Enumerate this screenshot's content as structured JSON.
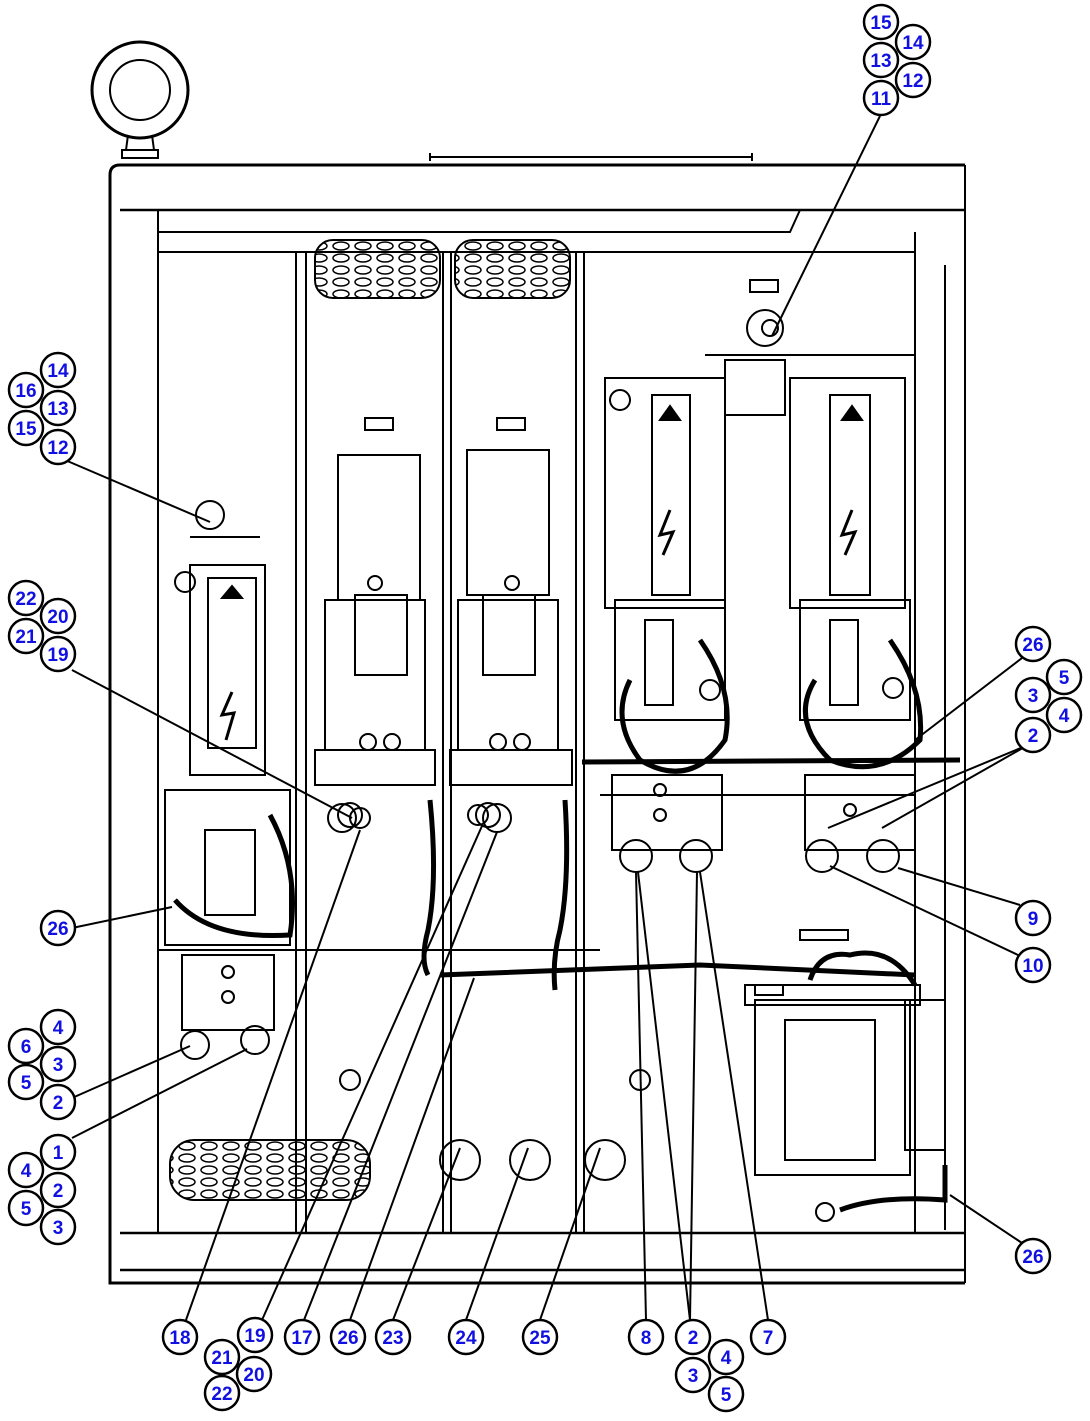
{
  "diagram": {
    "type": "parts-assembly-callout-drawing",
    "colors": {
      "line": "#000000",
      "callout_text": "#1010e0",
      "callout_fill": "#ffffff",
      "background": "#ffffff"
    },
    "components": [
      "lifting-eye",
      "cabinet-frame",
      "panel-mounting-channels",
      "ventilation-grilles",
      "contactor-left",
      "contactor-center-1",
      "contactor-center-2",
      "contactor-right-1",
      "contactor-right-2",
      "contactor-bottom-right",
      "danger-label-left",
      "danger-label-right-1",
      "danger-label-right-2",
      "cable-bundles",
      "terminal-studs"
    ],
    "callouts": [
      {
        "id": "c15a",
        "text": "15"
      },
      {
        "id": "c14a",
        "text": "14"
      },
      {
        "id": "c13a",
        "text": "13"
      },
      {
        "id": "c12a",
        "text": "12"
      },
      {
        "id": "c11",
        "text": "11"
      },
      {
        "id": "c14b",
        "text": "14"
      },
      {
        "id": "c16",
        "text": "16"
      },
      {
        "id": "c13b",
        "text": "13"
      },
      {
        "id": "c15b",
        "text": "15"
      },
      {
        "id": "c12b",
        "text": "12"
      },
      {
        "id": "c22a",
        "text": "22"
      },
      {
        "id": "c20a",
        "text": "20"
      },
      {
        "id": "c21a",
        "text": "21"
      },
      {
        "id": "c19a",
        "text": "19"
      },
      {
        "id": "c26a",
        "text": "26"
      },
      {
        "id": "c4a",
        "text": "4"
      },
      {
        "id": "c6",
        "text": "6"
      },
      {
        "id": "c3a",
        "text": "3"
      },
      {
        "id": "c5a",
        "text": "5"
      },
      {
        "id": "c2a",
        "text": "2"
      },
      {
        "id": "c1",
        "text": "1"
      },
      {
        "id": "c4b",
        "text": "4"
      },
      {
        "id": "c2b",
        "text": "2"
      },
      {
        "id": "c5b",
        "text": "5"
      },
      {
        "id": "c3b",
        "text": "3"
      },
      {
        "id": "c26b",
        "text": "26"
      },
      {
        "id": "c5c",
        "text": "5"
      },
      {
        "id": "c3c",
        "text": "3"
      },
      {
        "id": "c4c",
        "text": "4"
      },
      {
        "id": "c2c",
        "text": "2"
      },
      {
        "id": "c9",
        "text": "9"
      },
      {
        "id": "c10",
        "text": "10"
      },
      {
        "id": "c26c",
        "text": "26"
      },
      {
        "id": "c18",
        "text": "18"
      },
      {
        "id": "c19b",
        "text": "19"
      },
      {
        "id": "c17",
        "text": "17"
      },
      {
        "id": "c26d",
        "text": "26"
      },
      {
        "id": "c23",
        "text": "23"
      },
      {
        "id": "c24",
        "text": "24"
      },
      {
        "id": "c25",
        "text": "25"
      },
      {
        "id": "c8",
        "text": "8"
      },
      {
        "id": "c2d",
        "text": "2"
      },
      {
        "id": "c7",
        "text": "7"
      },
      {
        "id": "c4d",
        "text": "4"
      },
      {
        "id": "c3d",
        "text": "3"
      },
      {
        "id": "c5d",
        "text": "5"
      },
      {
        "id": "c21b",
        "text": "21"
      },
      {
        "id": "c20b",
        "text": "20"
      },
      {
        "id": "c22b",
        "text": "22"
      }
    ]
  }
}
